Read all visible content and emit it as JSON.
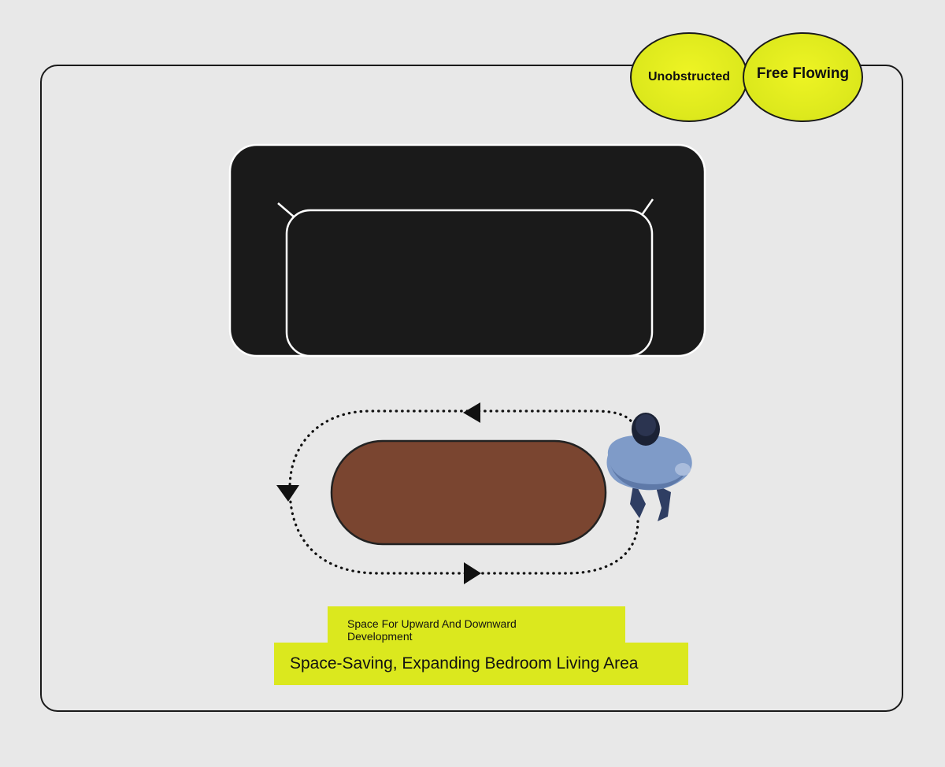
{
  "badges": {
    "unobstructed": "Unobstructed",
    "free_flowing": "Free Flowing"
  },
  "labels": {
    "secondary": "Space For Upward And Downward Development",
    "primary": "Space-Saving, Expanding Bedroom Living Area"
  },
  "colors": {
    "background": "#e8e8e8",
    "accent": "#dbe81e",
    "sofa": "#1a1a1a",
    "table": "#7a4530",
    "person_shirt": "#7f9bc8",
    "person_pants": "#2f3e63"
  },
  "icons": {
    "sofa": "sofa-icon",
    "coffee_table": "coffee-table-icon",
    "person": "person-icon",
    "path": "circulation-path-icon"
  }
}
